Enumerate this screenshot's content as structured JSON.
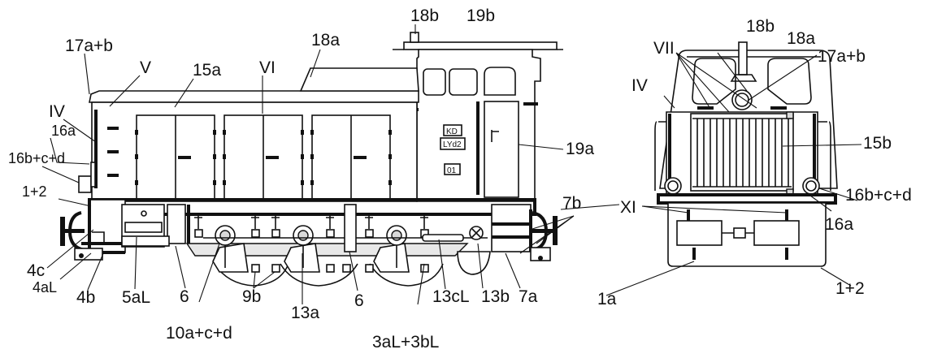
{
  "side_view": {
    "labels": {
      "l17ab": "17a+b",
      "lV": "V",
      "l15a": "15a",
      "lVI": "VI",
      "l18a": "18a",
      "l18b": "18b",
      "l19b": "19b",
      "lIV": "IV",
      "l16a": "16a",
      "l16bcd": "16b+c+d",
      "l12": "1+2",
      "l19a": "19a",
      "l7b": "7b",
      "l4c": "4c",
      "l4aL": "4aL",
      "l4b": "4b",
      "l5aL": "5aL",
      "l6a": "6",
      "l9b": "9b",
      "l13a": "13a",
      "l6b": "6",
      "l13cL": "13cL",
      "l13b": "13b",
      "l7a": "7a",
      "l10acd": "10a+c+d",
      "l3aL3bL": "3aL+3bL"
    },
    "plates": {
      "p1": "KD",
      "p2": "LYd2",
      "p3": "01"
    }
  },
  "front_view": {
    "labels": {
      "l18b": "18b",
      "lVII": "VII",
      "l18a": "18a",
      "l17ab": "17a+b",
      "lIV": "IV",
      "l15b": "15b",
      "l16bcd": "16b+c+d",
      "l16a": "16a",
      "lXI": "XI",
      "l1a": "1a",
      "l12": "1+2"
    }
  }
}
